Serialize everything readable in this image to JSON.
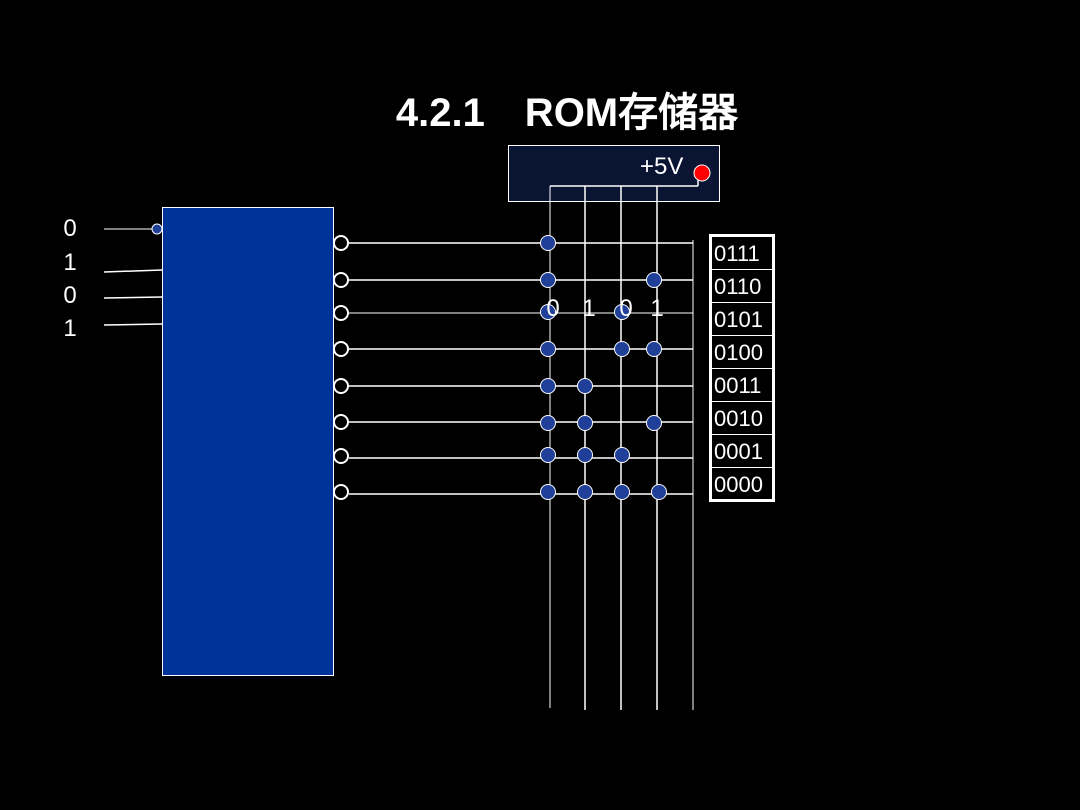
{
  "slide": {
    "title": "4.2.1　ROM存储器"
  },
  "address_inputs": [
    "0",
    "1",
    "0",
    "1"
  ],
  "power": {
    "label": "+5V",
    "dot_color": "#ff0000"
  },
  "bit_labels": [
    "0",
    "1",
    "0",
    "1"
  ],
  "output_values": [
    "0111",
    "0110",
    "0101",
    "0100",
    "0011",
    "0010",
    "0001",
    "0000"
  ],
  "colors": {
    "background": "#000000",
    "decoder_fill": "#003399",
    "node_fill": "#1f3f99",
    "wire": "#ffffff"
  }
}
